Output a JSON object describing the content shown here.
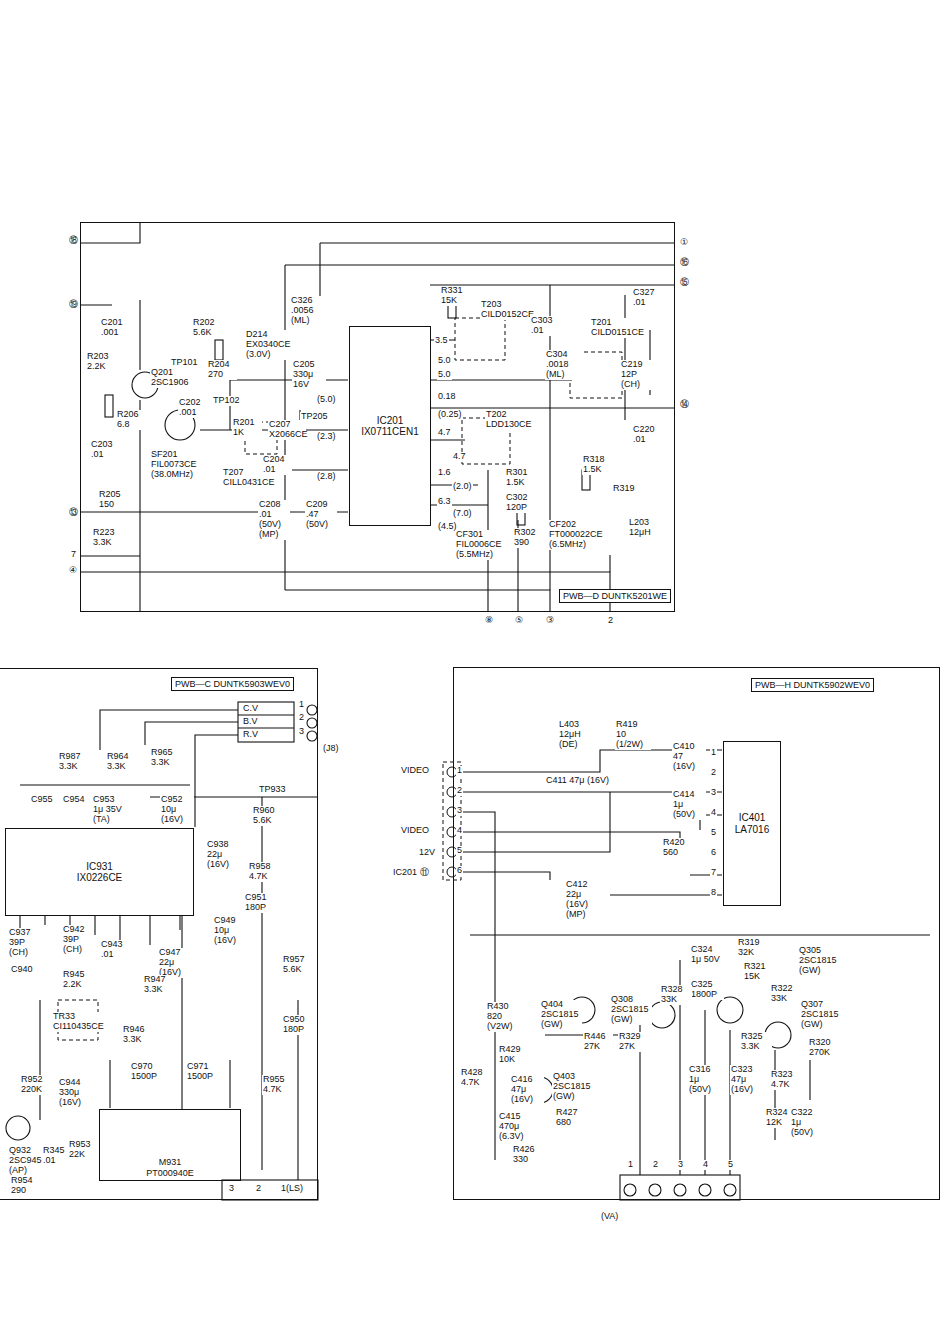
{
  "diagram": {
    "nodes": [
      {
        "text": [
          "PWB—D DUNTK5201WE"
        ]
      },
      {
        "text": [
          "IC201",
          "IX0711CEN1"
        ],
        "in": 0
      },
      {
        "text": [
          "PWB—C DUNTK5903WEV0"
        ]
      },
      {
        "text": [
          "IC931",
          "IX0226CE"
        ],
        "in": 2
      },
      {
        "text": [
          "M931",
          "PT000940E"
        ],
        "in": 2
      },
      {
        "text": [
          "PWB—H DUNTK5902WEV0"
        ]
      },
      {
        "text": [
          "IC401",
          "LA7016"
        ],
        "in": 5
      }
    ],
    "edges": [
      {
        "from": 3,
        "to": 4,
        "arrow": "none"
      }
    ],
    "labels": [
      "⑱",
      "⑲",
      "⑬",
      "7",
      "④",
      "①",
      "⑯",
      "⑮",
      "⑭",
      "⑧",
      "⑤",
      "③",
      "2",
      "C201 .001",
      "R203 2.2K",
      "R202 5.6K",
      "TP101",
      "Q201 2SC1906",
      "R204 270",
      "C202 .001",
      "TP102",
      "R201 1K",
      "R206 6.8",
      "C203 .01",
      "SF201 FIL0073CE (38.0MHz)",
      "R205 150",
      "R223 3.3K",
      "D214 EX0340CE (3.0V)",
      "C326 .0056 (ML)",
      "C205 330μ 16V",
      "TP205",
      "T207 CILL0431CE",
      "C204 .01",
      "C208 .01 (50V) (MP)",
      "C207 X2066CE",
      "C209 .47 (50V)",
      "(5.0)",
      "(2.3)",
      "(2.8)",
      "3.5",
      "5.0",
      "5.0",
      "0.18",
      "(0.25)",
      "4.7",
      "4.7",
      "1.6",
      "(2.0)",
      "6.3",
      "(7.0)",
      "(4.5)",
      "R331 15K",
      "T203 CILD0152CE",
      "C303 .01",
      "C304 .0018 (ML)",
      "T201 CILD0151CE",
      "C327 .01",
      "C219 12P (CH)",
      "C220 .01",
      "R318 1.5K",
      "T202 LDD130CE",
      "R301 1.5K",
      "C302 120P",
      "CF301 FIL0006CE (5.5MHz)",
      "R302 390",
      "CF202 FT000022CE (6.5MHz)",
      "R319",
      "L203 12μH",
      "C.V",
      "B.V",
      "R.V",
      "1",
      "2",
      "3",
      "(J8)",
      "R987 3.3K",
      "R964 3.3K",
      "R965 3.3K",
      "TP933",
      "R960 5.6K",
      "C955",
      "C954",
      "C953 1μ 35V (TA)",
      "C952 10μ (16V)",
      "C938 22μ (16V)",
      "R958 4.7K",
      "C951 180P",
      "C937 39P (CH)",
      "C942 39P (CH)",
      "C943 .01",
      "C947 22μ (16V)",
      "C949 10μ (16V)",
      "R957 5.6K",
      "C940",
      "R945 2.2K",
      "R947 3.3K",
      "TR33 CI110435CE",
      "R946 3.3K",
      "C950 180P",
      "C970 1500P",
      "C971 1500P",
      "R955 4.7K",
      "R952 220K",
      "C944 330μ (16V)",
      "Q932 2SC945 (AP)",
      "R345 .01",
      "R953 22K",
      "R954 290",
      "3",
      "2",
      "1(LS)",
      "VIDEO",
      "VIDEO",
      "12V",
      "IC201 ⑪",
      "1",
      "2",
      "3",
      "4",
      "5",
      "6",
      "L403 12μH (DE)",
      "R419 10 (1/2W)",
      "C410 47 (16V)",
      "C411 47μ (16V)",
      "C414 1μ (50V)",
      "R420 560",
      "1",
      "2",
      "3",
      "4",
      "5",
      "6",
      "7",
      "8",
      "C412 22μ (16V) (MP)",
      "C324 1μ 50V",
      "R319 32K",
      "Q305 2SC1815 (GW)",
      "R321 15K",
      "C325 1800P",
      "R322 33K",
      "Q307 2SC1815 (GW)",
      "R328 33K",
      "Q308 2SC1815 (GW)",
      "Q404 2SC1815 (GW)",
      "R430 820 (V2W)",
      "R429 10K",
      "R446 27K",
      "R329 27K",
      "R325 3.3K",
      "R320 270K",
      "R428 4.7K",
      "C416 47μ (16V)",
      "Q403 2SC1815 (GW)",
      "C316 1μ (50V)",
      "C323 47μ (16V)",
      "R323 4.7K",
      "C415 470μ (6.3V)",
      "R427 680",
      "R426 330",
      "R324 12K",
      "C322 1μ (50V)",
      "1",
      "2",
      "3",
      "4",
      "5",
      "(VA)"
    ]
  }
}
